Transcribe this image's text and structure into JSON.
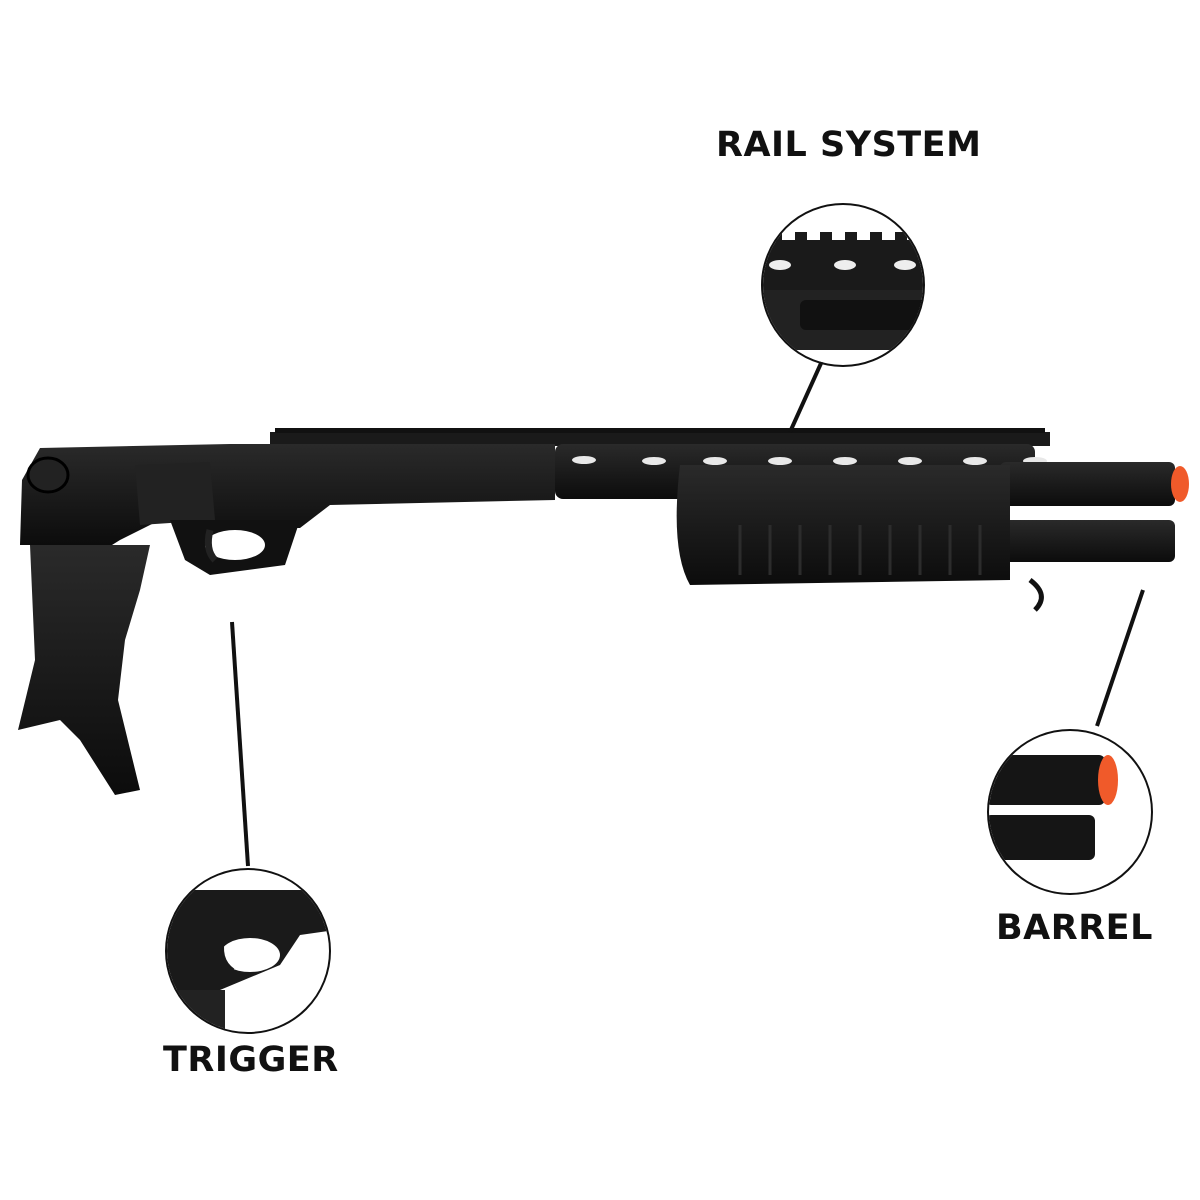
{
  "labels": {
    "rail_system": "RAIL SYSTEM",
    "trigger": "TRIGGER",
    "barrel": "BARREL"
  },
  "colors": {
    "gun_body": "#141414",
    "orange_tip": "#f05a2a",
    "callout_line": "#111111"
  }
}
